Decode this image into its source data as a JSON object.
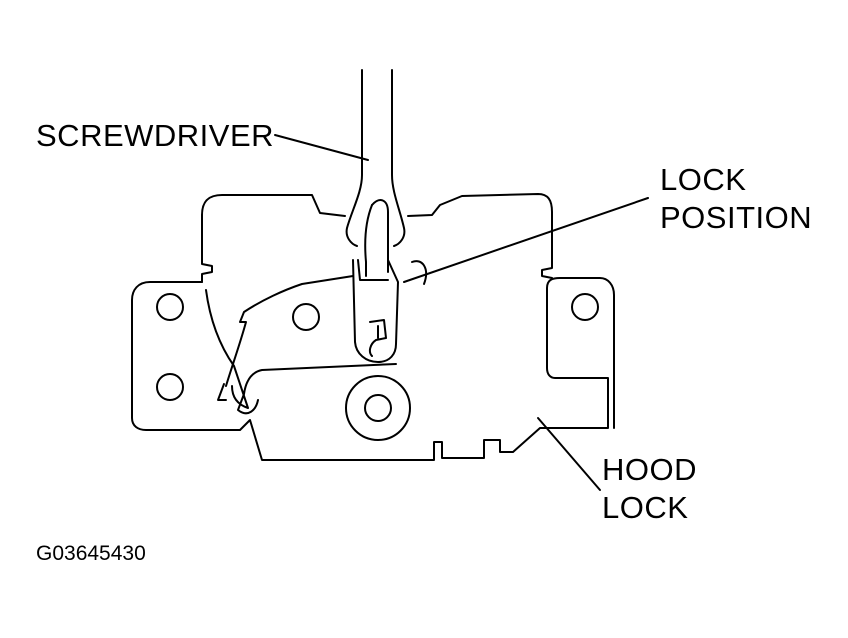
{
  "labels": {
    "screwdriver": "SCREWDRIVER",
    "lock_position": [
      "LOCK",
      "POSITION"
    ],
    "hood_lock": [
      "HOOD",
      "LOCK"
    ]
  },
  "figure_code": "G03645430",
  "colors": {
    "ink": "#000000",
    "paper": "#ffffff"
  }
}
